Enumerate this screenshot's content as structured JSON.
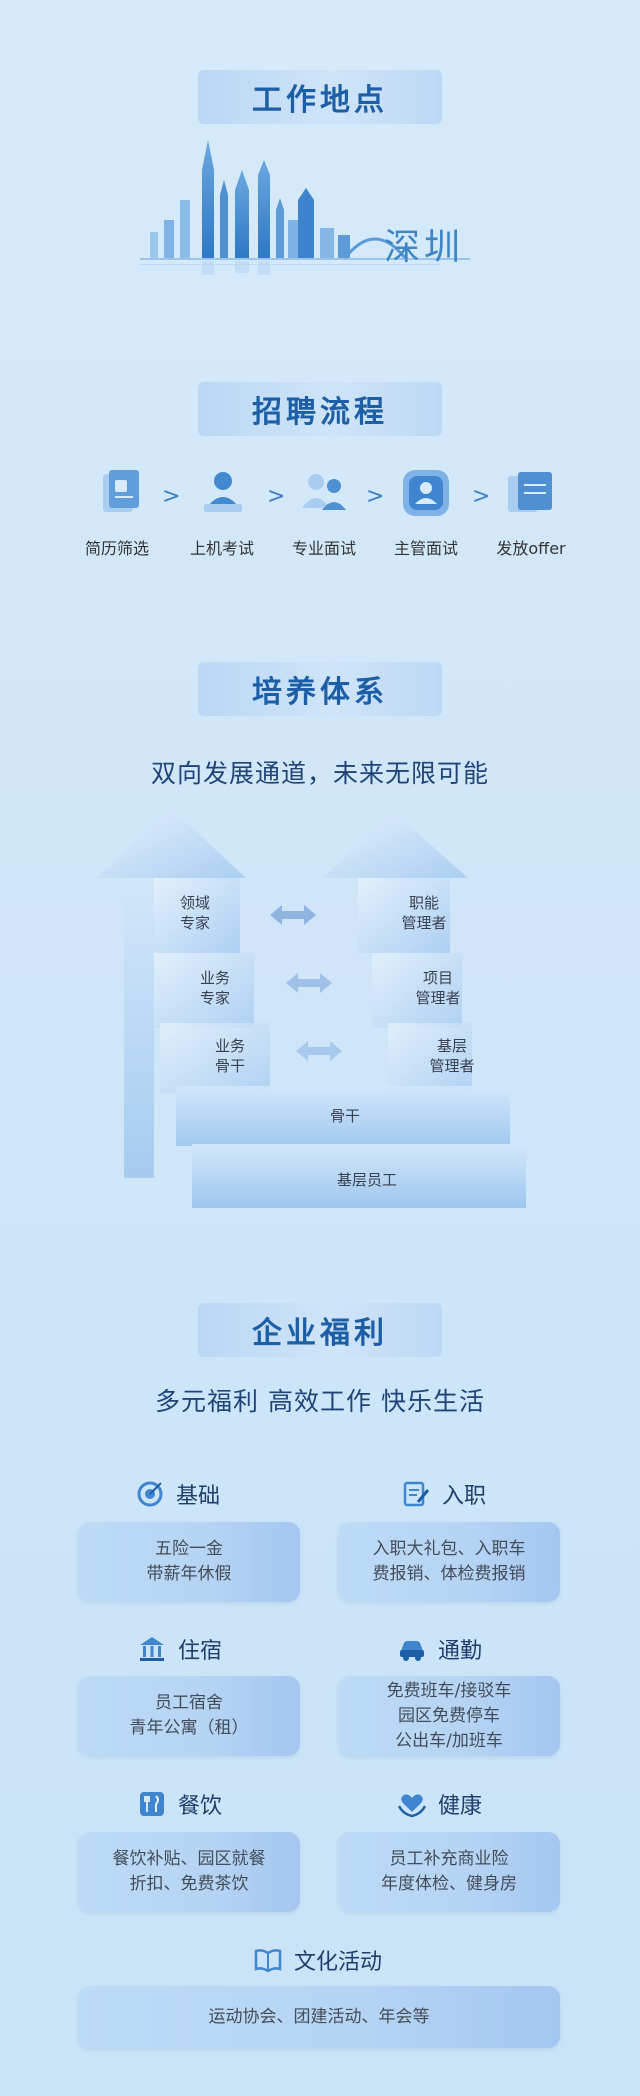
{
  "location": {
    "title": "工作地点",
    "city": "深圳"
  },
  "process": {
    "title": "招聘流程",
    "steps": [
      {
        "label": "简历筛选",
        "icon": "resume-icon"
      },
      {
        "label": "上机考试",
        "icon": "computer-exam-icon"
      },
      {
        "label": "专业面试",
        "icon": "interview-icon"
      },
      {
        "label": "主管面试",
        "icon": "manager-interview-icon"
      },
      {
        "label": "发放offer",
        "icon": "offer-icon"
      }
    ],
    "separator": ">"
  },
  "training": {
    "title": "培养体系",
    "subtitle": "双向发展通道，未来无限可能",
    "left_path": [
      "领域\n专家",
      "业务\n专家",
      "业务\n骨干"
    ],
    "right_path": [
      "职能\n管理者",
      "项目\n管理者",
      "基层\n管理者"
    ],
    "base": [
      "骨干",
      "基层员工"
    ]
  },
  "welfare": {
    "title": "企业福利",
    "subtitle": "多元福利 高效工作 快乐生活",
    "items": [
      {
        "name": "基础",
        "icon": "target-icon",
        "lines": [
          "五险一金",
          "带薪年休假"
        ]
      },
      {
        "name": "入职",
        "icon": "clipboard-pen-icon",
        "lines": [
          "入职大礼包、入职车",
          "费报销、体检费报销"
        ]
      },
      {
        "name": "住宿",
        "icon": "building-icon",
        "lines": [
          "员工宿舍",
          "青年公寓（租）"
        ]
      },
      {
        "name": "通勤",
        "icon": "car-icon",
        "lines": [
          "免费班车/接驳车",
          "园区免费停车",
          "公出车/加班车"
        ]
      },
      {
        "name": "餐饮",
        "icon": "cutlery-icon",
        "lines": [
          "餐饮补贴、园区就餐",
          "折扣、免费茶饮"
        ]
      },
      {
        "name": "健康",
        "icon": "heart-hands-icon",
        "lines": [
          "员工补充商业险",
          "年度体检、健身房"
        ]
      },
      {
        "name": "文化活动",
        "icon": "book-icon",
        "lines": [
          "运动协会、团建活动、年会等"
        ]
      }
    ]
  },
  "colors": {
    "accent": "#1d5fa6",
    "box": "#b5d4f4",
    "bg": "#d3e8f8"
  }
}
